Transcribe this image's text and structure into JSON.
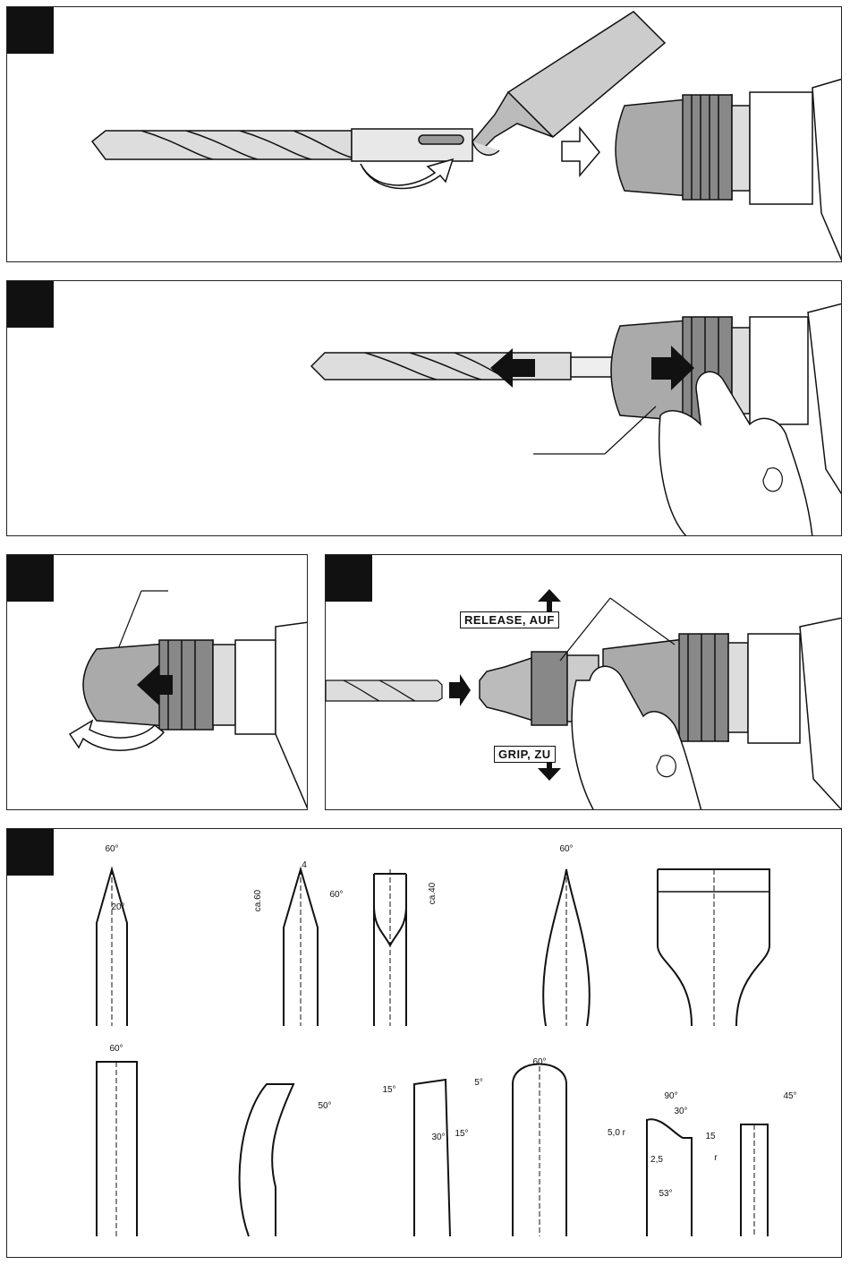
{
  "labels": {
    "release": "RELEASE, AUF",
    "grip": "GRIP, ZU"
  },
  "dims": {
    "d60a": "60°",
    "d20": "20°",
    "d4": "4",
    "ca60": "ca.60",
    "d60b": "60°",
    "ca40": "ca.40",
    "d60c": "60°",
    "d60d": "60°",
    "d50": "50°",
    "d15a": "15°",
    "d5": "5°",
    "d30a": "30°",
    "d15b": "15°",
    "d60e": "60°",
    "d90": "90°",
    "d30b": "30°",
    "d50r": "5,0 r",
    "d15c": "15",
    "d25": "2,5",
    "dr": "r",
    "d53": "53°",
    "d45": "45°"
  },
  "icons": [
    "drill-bit-icon",
    "grease-tube-icon",
    "hammer-drill-icon",
    "hand-icon",
    "arrow-icon",
    "keyless-chuck-icon",
    "chisel-icon"
  ]
}
